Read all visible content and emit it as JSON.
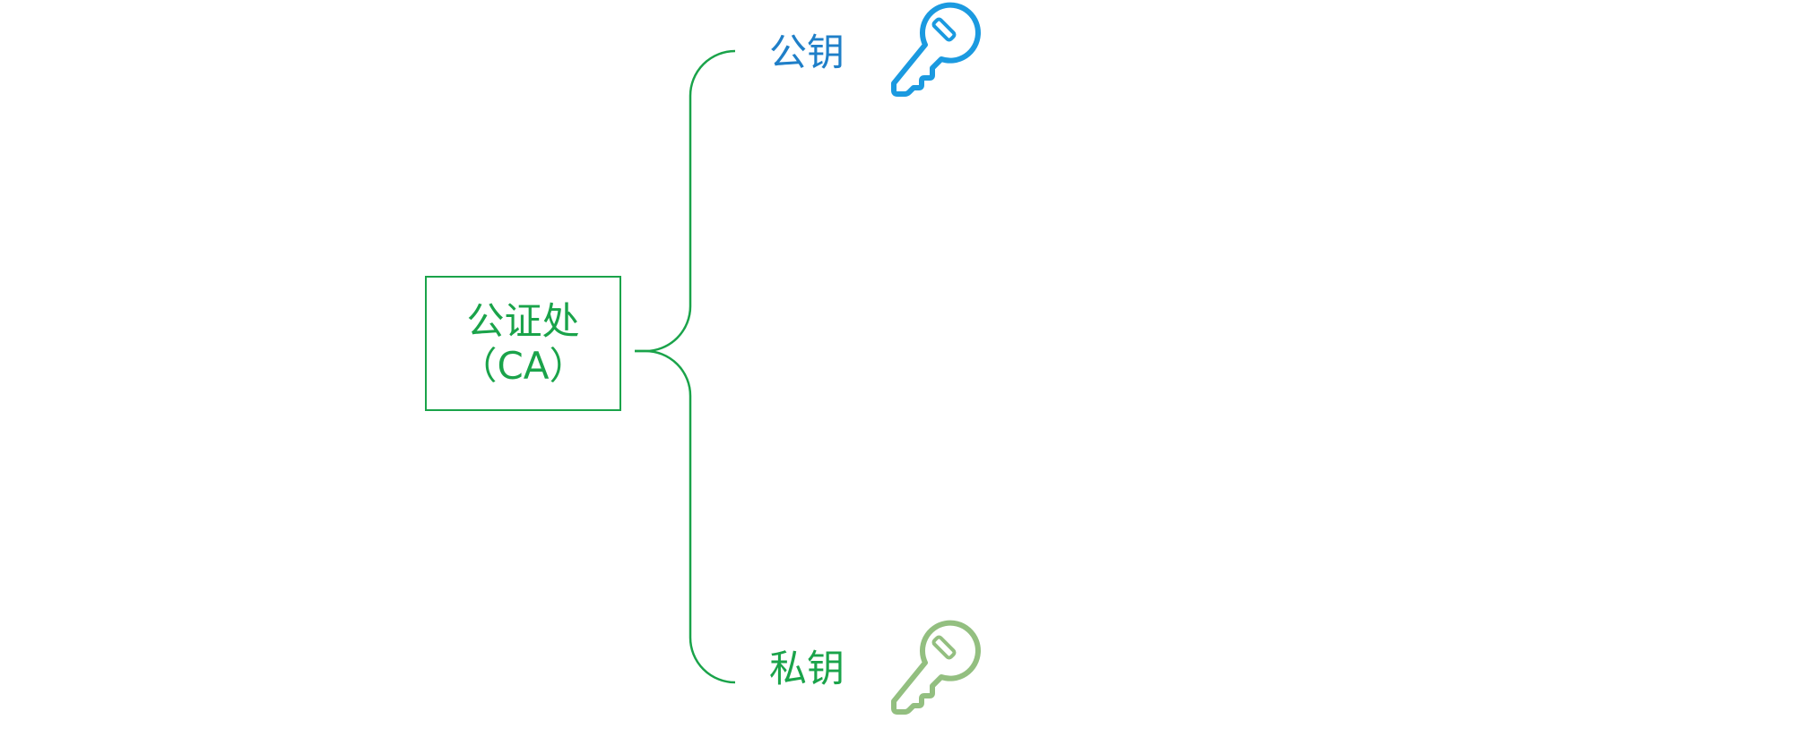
{
  "diagram": {
    "root": {
      "line1": "公证处",
      "line2": "（CA）"
    },
    "branches": [
      {
        "label": "公钥",
        "icon": "key-icon",
        "color": "#1f7fc8",
        "icon_color": "#1b9ae0"
      },
      {
        "label": "私钥",
        "icon": "key-icon",
        "color": "#1aa34a",
        "icon_color": "#93bf80"
      }
    ],
    "connector_color": "#1aa34a"
  }
}
